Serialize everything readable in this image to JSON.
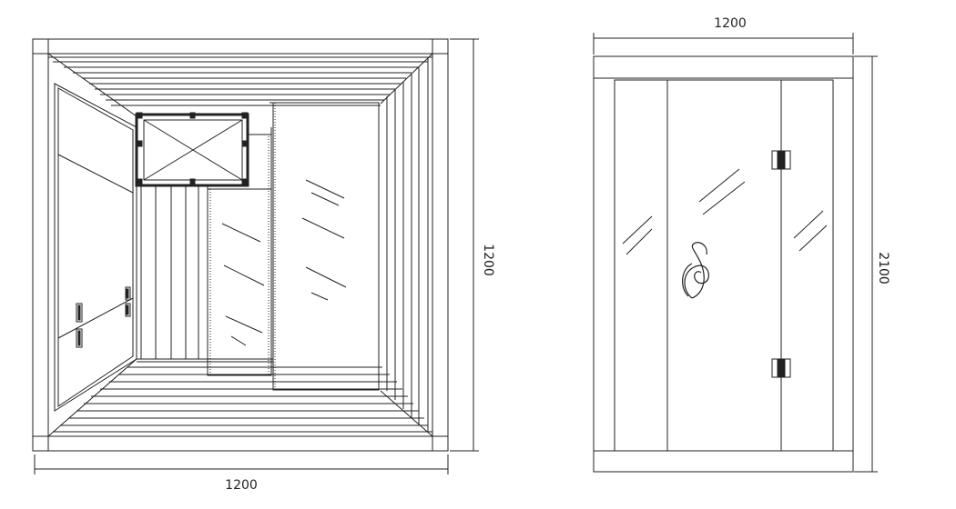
{
  "diagram": {
    "plan_view": {
      "width_dimension": "1200",
      "depth_dimension": "1200"
    },
    "front_view": {
      "width_dimension": "1200",
      "height_dimension": "2100"
    },
    "colors": {
      "line": "#222222",
      "background": "#ffffff"
    },
    "icons": [
      "swirl-logo-icon",
      "door-hinge-icon",
      "door-handle-icon",
      "glass-reflection-icon"
    ]
  }
}
